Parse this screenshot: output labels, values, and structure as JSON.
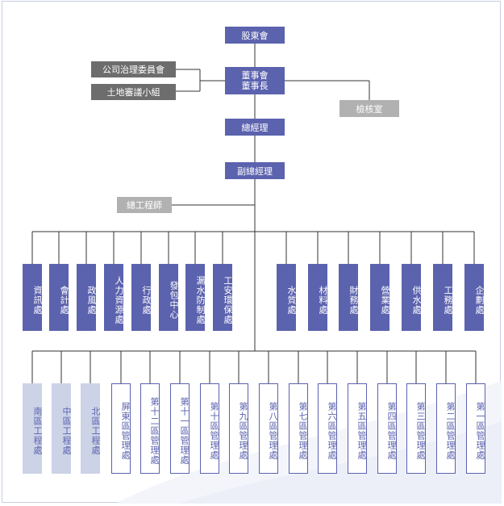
{
  "top": {
    "shareholders": "股東會",
    "board_line1": "董事會",
    "board_line2": "董事長",
    "gm": "總經理",
    "vgm": "副總經理"
  },
  "committees": {
    "governance": "公司治理委員會",
    "land": "土地審議小組"
  },
  "audit": "檢核室",
  "chief_engineer": "總工程師",
  "departments_left": [
    "資訊處",
    "會計處",
    "政風處",
    "人力資源處",
    "行政處",
    "發包中心",
    "漏水防制處",
    "工安環保處"
  ],
  "departments_right": [
    "水質處",
    "材料處",
    "財務處",
    "營業處",
    "供水處",
    "工務處",
    "企劃處"
  ],
  "engineering_offices": [
    "南區工程處",
    "中區工程處",
    "北區工程處"
  ],
  "management_offices": [
    "屏東區管理處",
    "第十二區管理處",
    "第十一區管理處",
    "第十區管理處",
    "第九區管理處",
    "第八區管理處",
    "第七區管理處",
    "第六區管理處",
    "第五區管理處",
    "第四區管理處",
    "第三區管理處",
    "第二區管理處",
    "第一區管理處"
  ],
  "colors": {
    "primary": "#5b62ae",
    "light": "#ccd3e6",
    "gray": "#6d6d6d",
    "light_gray": "#b1b1b1"
  }
}
